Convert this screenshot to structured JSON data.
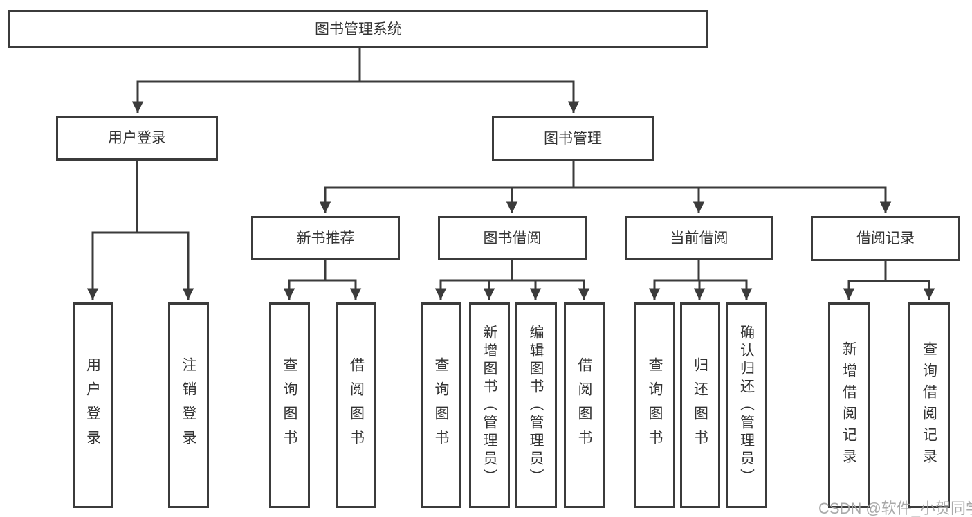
{
  "diagram": {
    "root_label": "图书管理系统",
    "level1": {
      "user_login": "用户登录",
      "book_management": "图书管理"
    },
    "level2": {
      "new_book_recommend": "新书推荐",
      "book_borrowing": "图书借阅",
      "current_borrowing": "当前借阅",
      "borrowing_records": "借阅记录"
    },
    "leaves": {
      "user_login": [
        "用户登录",
        "注销登录"
      ],
      "new_book_recommend": [
        "查询图书",
        "借阅图书"
      ],
      "book_borrowing": [
        "查询图书",
        "新增图书（管理员）",
        "编辑图书（管理员）",
        "借阅图书"
      ],
      "current_borrowing": [
        "查询图书",
        "归还图书",
        "确认归还（管理员）"
      ],
      "borrowing_records": [
        "新增借阅记录",
        "查询借阅记录"
      ]
    },
    "watermark": "CSDN @软件_小贺同学",
    "colors": {
      "line": "#3b3b3b",
      "text": "#333333",
      "watermark": "#a4a4a4",
      "background": "#ffffff"
    }
  }
}
